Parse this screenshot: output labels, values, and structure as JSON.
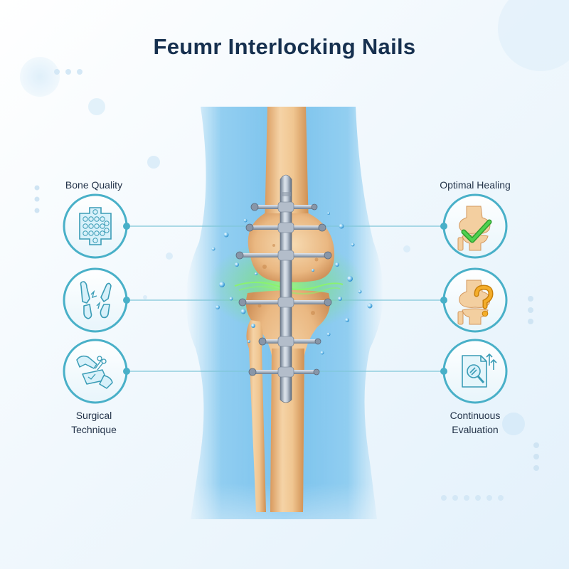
{
  "title": "Feumr Interlocking Nails",
  "factors_left": [
    {
      "label": "Bone Quality",
      "icon": "bone-lattice-icon"
    },
    {
      "label": "",
      "icon": "fracture-icon"
    },
    {
      "label": "Surgical Technique",
      "icon": "surgery-hands-icon"
    }
  ],
  "factors_right": [
    {
      "label": "Optimal Healing",
      "icon": "knee-check-icon"
    },
    {
      "label": "",
      "icon": "knee-question-icon"
    },
    {
      "label": "Continuous Evaluation",
      "icon": "report-magnifier-icon"
    }
  ],
  "colors": {
    "title": "#16304f",
    "ring": "#49b0c8",
    "bone": "#e8b885",
    "nail": "#9aa8b8",
    "healing_glow": "#7dea5a",
    "check": "#3cc23c",
    "question": "#f0a41e"
  }
}
